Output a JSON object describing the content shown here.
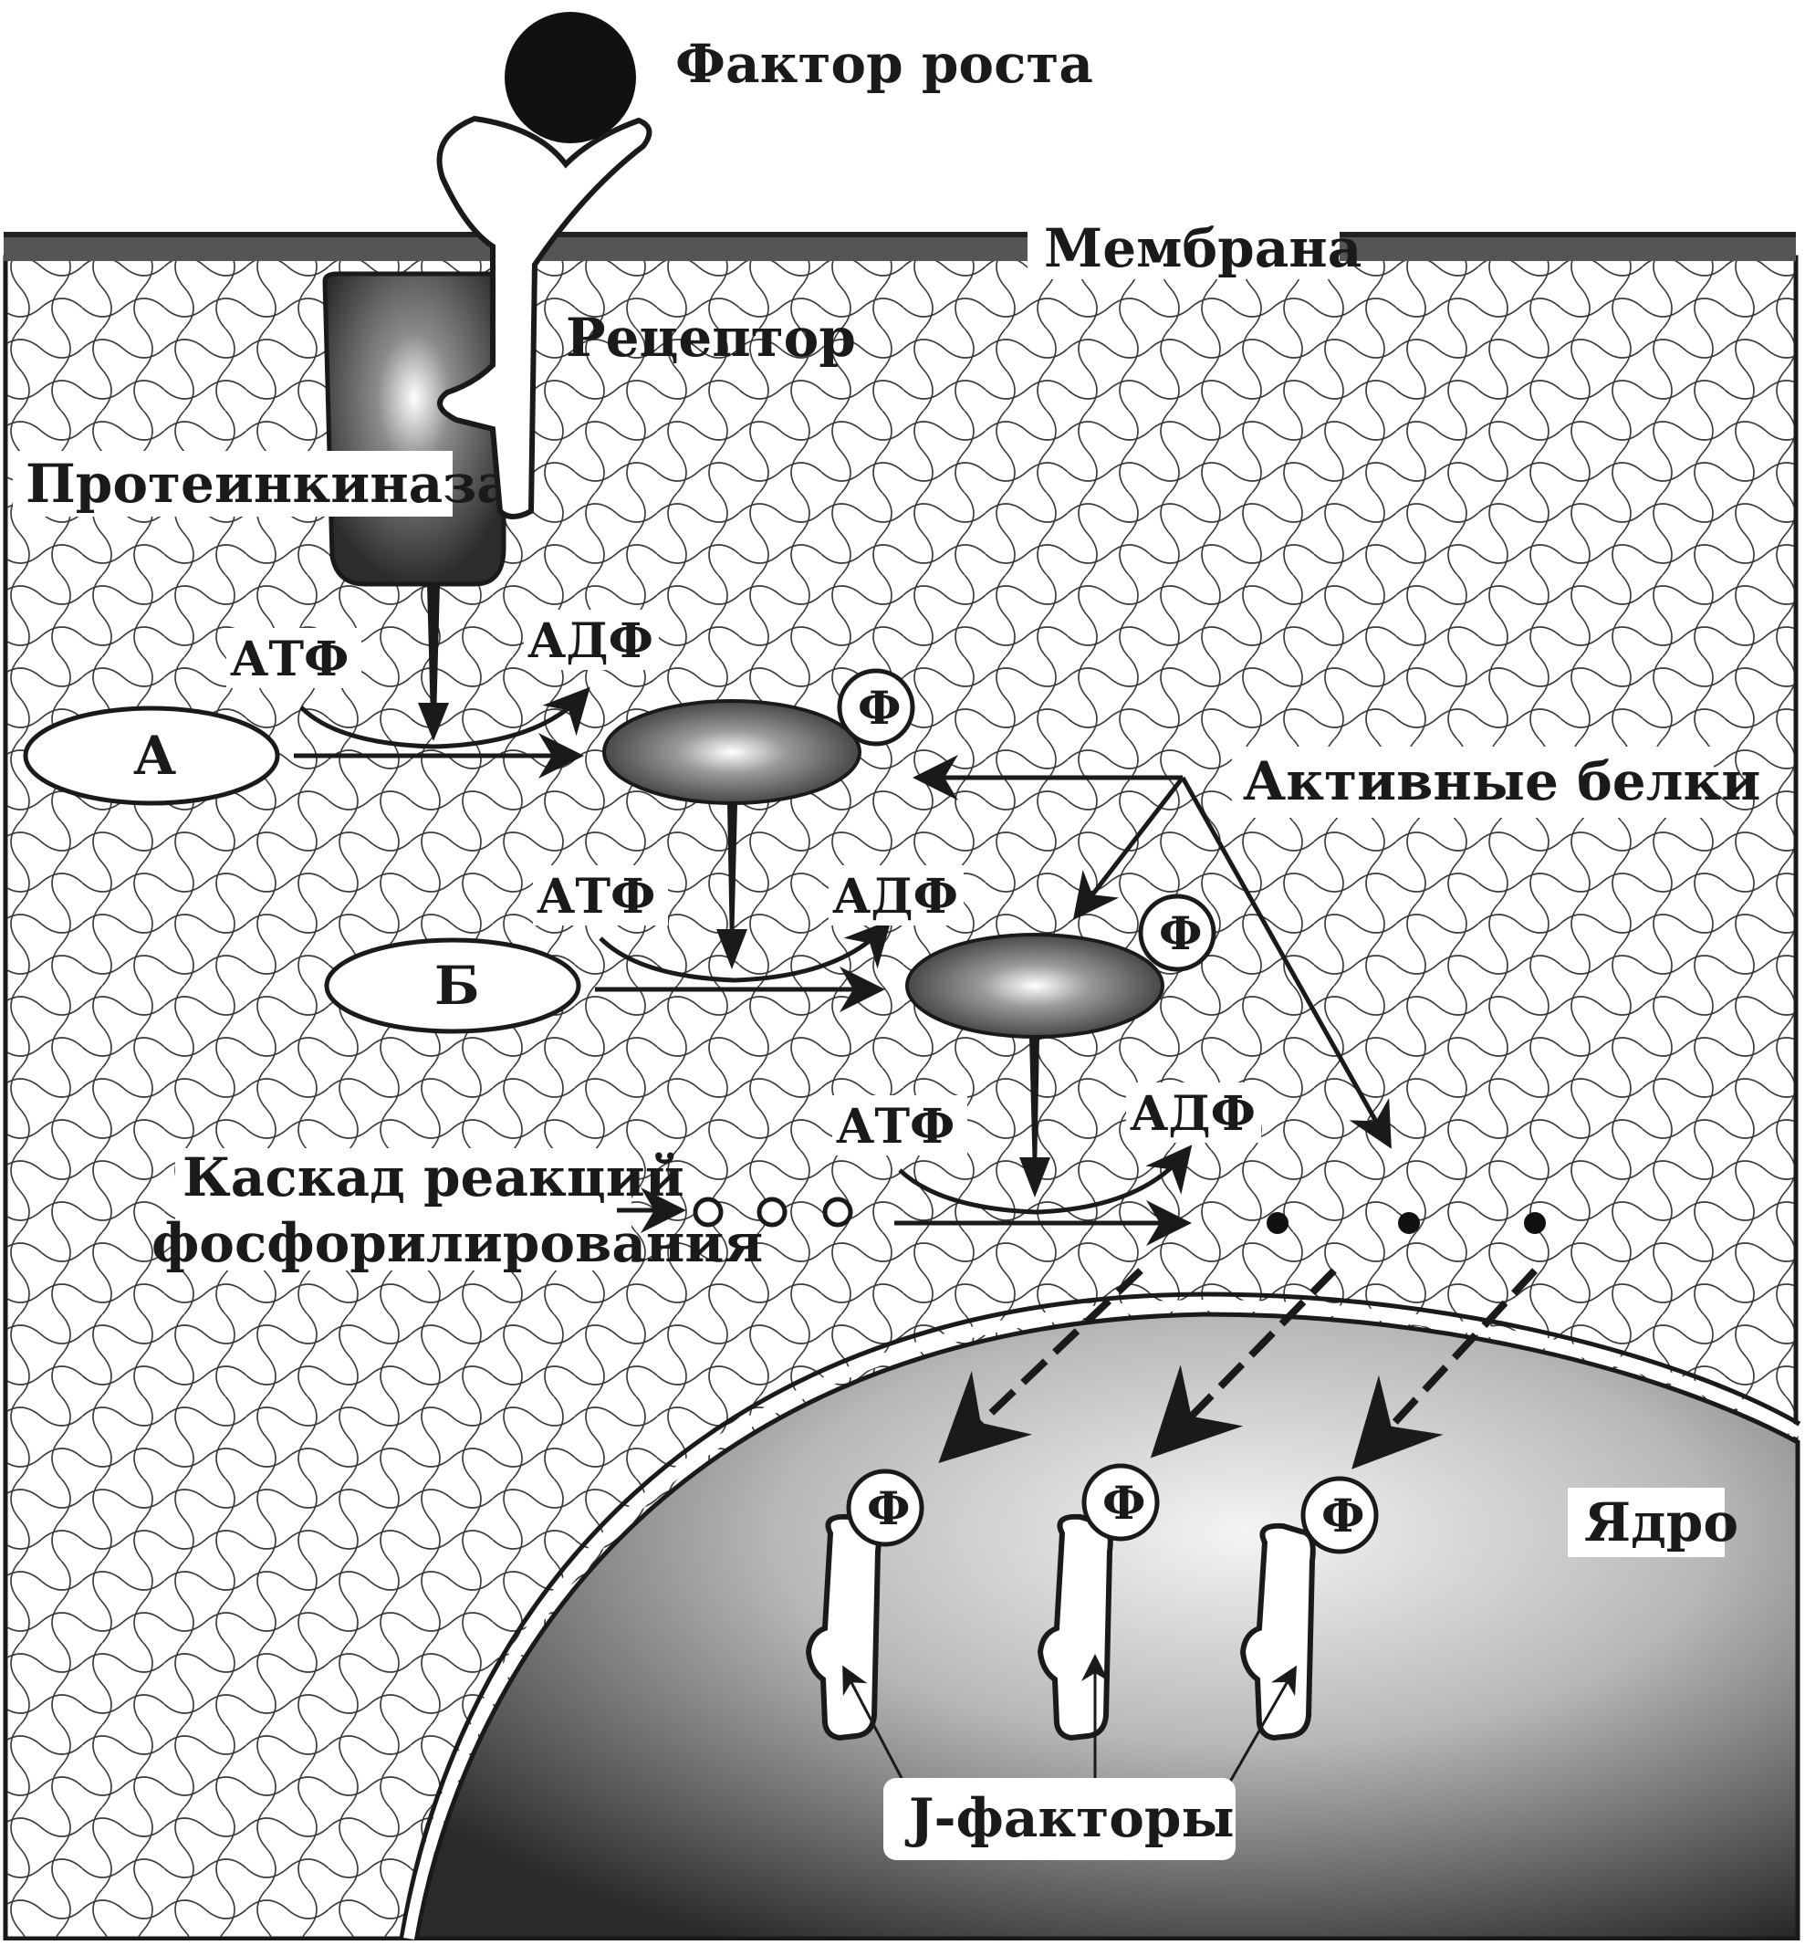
{
  "labels": {
    "growth_factor": "Фактор роста",
    "membrane": "Мембрана",
    "receptor": "Рецептор",
    "protein_kinase": "Протеинкиназа",
    "active_proteins": "Активные белки",
    "cascade_line1": "Каскад реакций",
    "cascade_line2": "фосфорилирования",
    "nucleus": "Ядро",
    "j_factors": "J-факторы"
  },
  "substrates": {
    "a": "А",
    "b": "Б"
  },
  "reactions": [
    {
      "atp": "АТФ",
      "adp": "АДФ"
    },
    {
      "atp": "АТФ",
      "adp": "АДФ"
    },
    {
      "atp": "АТФ",
      "adp": "АДФ"
    }
  ],
  "phosphate": "Ф",
  "colors": {
    "ink": "#1a1a1a",
    "membrane": "#555555",
    "nucleus_dark": "#2a2a2a",
    "nucleus_light": "#f4f4f4"
  }
}
